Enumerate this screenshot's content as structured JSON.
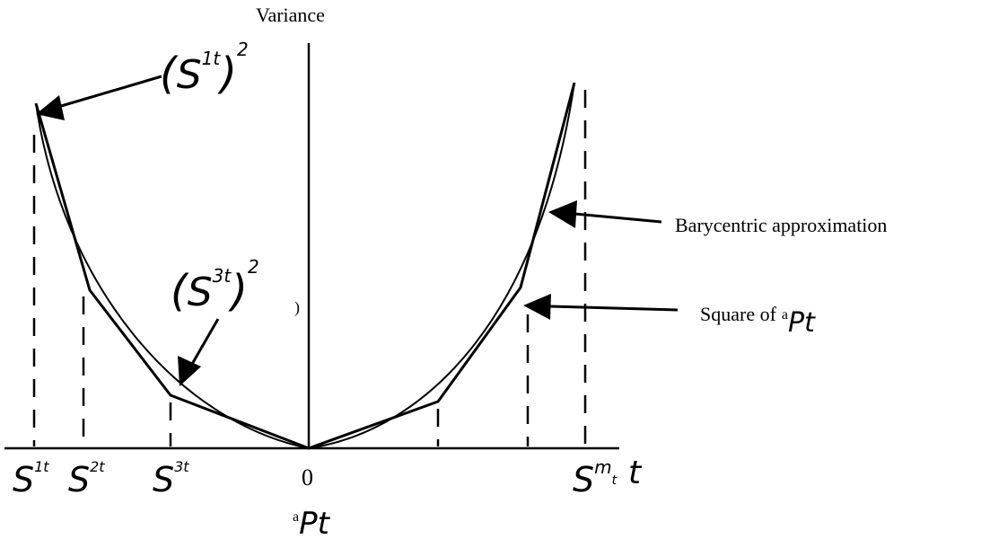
{
  "axis": {
    "y_label": "Variance",
    "origin_label": "0",
    "x_label": "t",
    "x_variable": "Pt",
    "x_variable_prefix": "a"
  },
  "ticks": {
    "s1": {
      "base": "S",
      "sup": "1t"
    },
    "s2": {
      "base": "S",
      "sup": "2t"
    },
    "s3": {
      "base": "S",
      "sup": "3t"
    },
    "sm": {
      "base": "S",
      "sup": "m",
      "sub": "t"
    }
  },
  "annotations": {
    "s1_squared": {
      "base": "S",
      "sup": "1t",
      "power": "2"
    },
    "s3_squared": {
      "base": "S",
      "sup": "3t",
      "power": "2"
    },
    "stray_paren": ")"
  },
  "legend": {
    "barycentric": "Barycentric approximation",
    "square_prefix": "Square of",
    "square_var_prefix": "a",
    "square_var": "Pt"
  }
}
